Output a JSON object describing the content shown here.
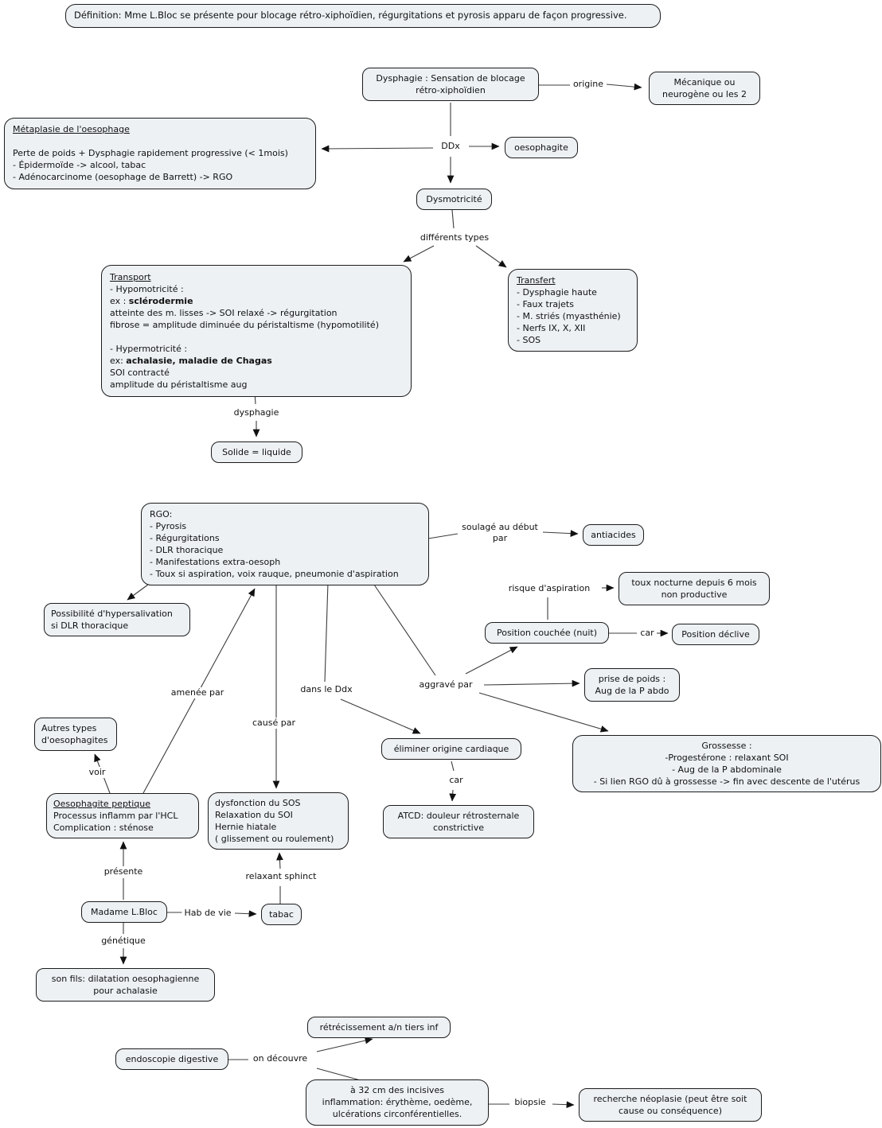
{
  "diagram": {
    "node_fill": "#edf1f4",
    "node_border": "#1c1c1c",
    "line_color": "#3c3c3c",
    "arrow_color": "#111111"
  },
  "nodes": {
    "definition": {
      "text": "Définition: Mme L.Bloc se présente pour blocage rétro-xiphoïdien, régurgitations et pyrosis apparu de façon progressive."
    },
    "dysphagie_blocage": {
      "l1": "Dysphagie : Sensation de blocage",
      "l2": "rétro-xiphoïdien"
    },
    "mecanique": {
      "l1": "Mécanique ou",
      "l2": "neurogène ou les 2"
    },
    "metaplasie": {
      "title": "Métaplasie de l'oesophage",
      "l1": "Perte de poids + Dysphagie rapidement progressive (< 1mois)",
      "l2": "- Épidermoïde -> alcool, tabac",
      "l3": "- Adénocarcinome (oesophage de Barrett) -> RGO"
    },
    "oesophagite": {
      "l1": "oesophagite"
    },
    "dysmotricite": {
      "l1": "Dysmotricité"
    },
    "transport": {
      "title": "Transport",
      "l1": "- Hypomotricité :",
      "ex1_prefix": "ex : ",
      "ex1_bold": "sclérodermie",
      "l2": "atteinte des m. lisses -> SOI relaxé -> régurgitation",
      "l3": "fibrose = amplitude diminuée du péristaltisme (hypomotilité)",
      "l4": "- Hypermotricité :",
      "ex2_prefix": "ex: ",
      "ex2_bold": "achalasie, maladie de Chagas",
      "l5": "SOI contracté",
      "l6": "amplitude du péristaltisme aug"
    },
    "transfert": {
      "title": "Transfert",
      "l1": "- Dysphagie haute",
      "l2": "- Faux trajets",
      "l3": "- M. striés (myasthénie)",
      "l4": "- Nerfs IX, X, XII",
      "l5": "- SOS"
    },
    "solide": {
      "l1": "Solide = liquide"
    },
    "rgo": {
      "l1": "RGO:",
      "l2": "- Pyrosis",
      "l3": "- Régurgitations",
      "l4": "- DLR thoracique",
      "l5": "- Manifestations extra-oesoph",
      "l6": "- Toux si aspiration, voix rauque, pneumonie d'aspiration"
    },
    "antiacides": {
      "l1": "antiacides"
    },
    "toux_nocturne": {
      "l1": "toux nocturne depuis 6 mois",
      "l2": "non productive"
    },
    "position_couchee": {
      "l1": "Position couchée (nuit)"
    },
    "position_declive": {
      "l1": "Position déclive"
    },
    "prise_poids": {
      "l1": "prise de poids :",
      "l2": "Aug de la P abdo"
    },
    "grossesse": {
      "l1": "Grossesse :",
      "l2": "-Progestérone : relaxant SOI",
      "l3": "- Aug de la P abdominale",
      "l4": "- Si lien RGO dû à grossesse -> fin avec descente de l'utérus"
    },
    "hypersalivation": {
      "l1": "Possibilité d'hypersalivation",
      "l2": "si DLR thoracique"
    },
    "autres_types": {
      "l1": "Autres types",
      "l2": "d'oesophagites"
    },
    "eliminer_cardiaque": {
      "l1": "éliminer origine cardiaque"
    },
    "atcd": {
      "l1": "ATCD: douleur rétrosternale",
      "l2": "constrictive"
    },
    "oesophagite_peptique": {
      "title": "Oesophagite peptique",
      "l1": " Processus inflamm par l'HCL",
      "l2": "Complication : sténose"
    },
    "dysfonction_sos": {
      "l1": "dysfonction du SOS",
      "l2": "Relaxation du SOI",
      "l3": "Hernie hiatale",
      "l4": "( glissement ou roulement)"
    },
    "madame": {
      "l1": "Madame L.Bloc"
    },
    "tabac": {
      "l1": "tabac"
    },
    "son_fils": {
      "l1": "son fils: dilatation oesophagienne",
      "l2": "pour achalasie"
    },
    "retrecissement": {
      "l1": "rétrécissement a/n tiers inf"
    },
    "endoscopie": {
      "l1": "endoscopie digestive"
    },
    "a32cm": {
      "l1": "à 32 cm des incisives",
      "l2": "inflammation: érythème, oedème,",
      "l3": "ulcérations circonférentielles."
    },
    "recherche_neoplasie": {
      "l1": "recherche néoplasie (peut être soit",
      "l2": "cause ou conséquence)"
    }
  },
  "labels": {
    "origine": "origine",
    "ddx": "DDx",
    "differents_types": "différents types",
    "dysphagie": "dysphagie",
    "soulage": "soulagé au début\npar",
    "risque": "risque d'aspiration",
    "car_position": "car",
    "aggrave": "aggravé par",
    "amenee": "amenée par",
    "dans_ddx": "dans le Ddx",
    "cause_par": "causé par",
    "voir": "voir",
    "car_cardiaque": "car",
    "presente": "présente",
    "relaxant": "relaxant sphinct",
    "hab_de_vie": "Hab de vie",
    "genetique": "génétique",
    "decouvre": "on découvre",
    "biopsie": "biopsie"
  }
}
